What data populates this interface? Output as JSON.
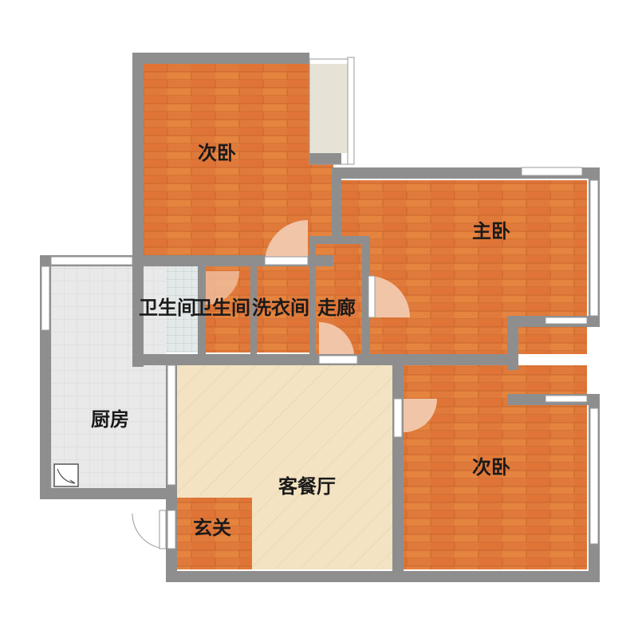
{
  "floorplan": {
    "rooms": {
      "second_bedroom_top": "次卧",
      "master_bedroom": "主卧",
      "bathroom_1": "卫生间",
      "bathroom_2": "卫生间",
      "wash_room": "洗衣间",
      "corridor": "走廊",
      "kitchen": "厨房",
      "living_dining": "客餐厅",
      "foyer": "玄关",
      "second_bedroom_bottom": "次卧"
    },
    "colors": {
      "wall": "#8e8e8e",
      "wood_floor": "#e0793a",
      "wood_floor_dark": "#c9652c",
      "tile_floor": "#e8e8e8",
      "living_floor": "#f3e3c2",
      "balcony_floor": "#e6e3d6",
      "bath_tile": "#dfe6e6",
      "door_swing": "#f1c5a8"
    }
  }
}
